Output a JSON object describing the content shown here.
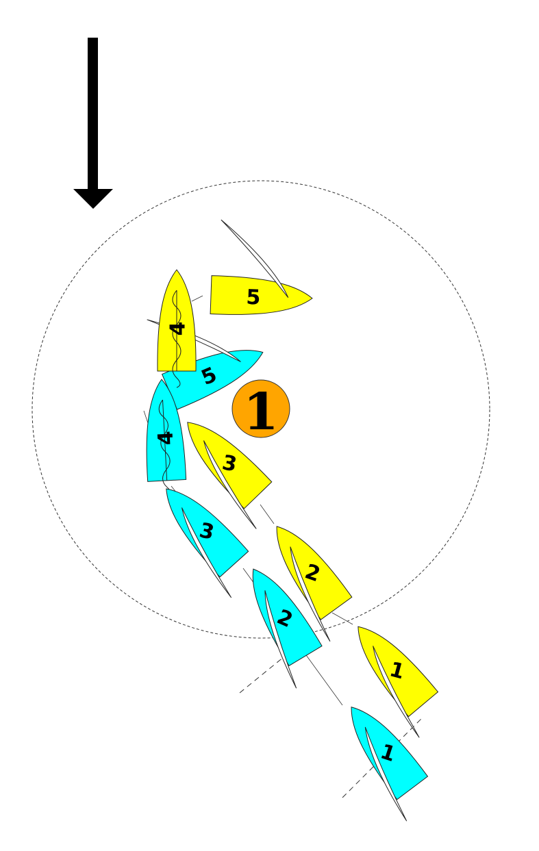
{
  "wind_arrow": {
    "icon": "wind-direction-arrow-down"
  },
  "zone": {
    "label": "three-length-zone"
  },
  "mark": {
    "label": "1",
    "color": "#FFA500"
  },
  "colors": {
    "cyan": "#00FFFF",
    "yellow": "#FFFF00"
  },
  "boats": [
    {
      "team": "cyan",
      "label": "1"
    },
    {
      "team": "yellow",
      "label": "1"
    },
    {
      "team": "cyan",
      "label": "2"
    },
    {
      "team": "yellow",
      "label": "2"
    },
    {
      "team": "cyan",
      "label": "3"
    },
    {
      "team": "yellow",
      "label": "3"
    },
    {
      "team": "cyan",
      "label": "4"
    },
    {
      "team": "yellow",
      "label": "4"
    },
    {
      "team": "cyan",
      "label": "5"
    },
    {
      "team": "yellow",
      "label": "5"
    }
  ]
}
